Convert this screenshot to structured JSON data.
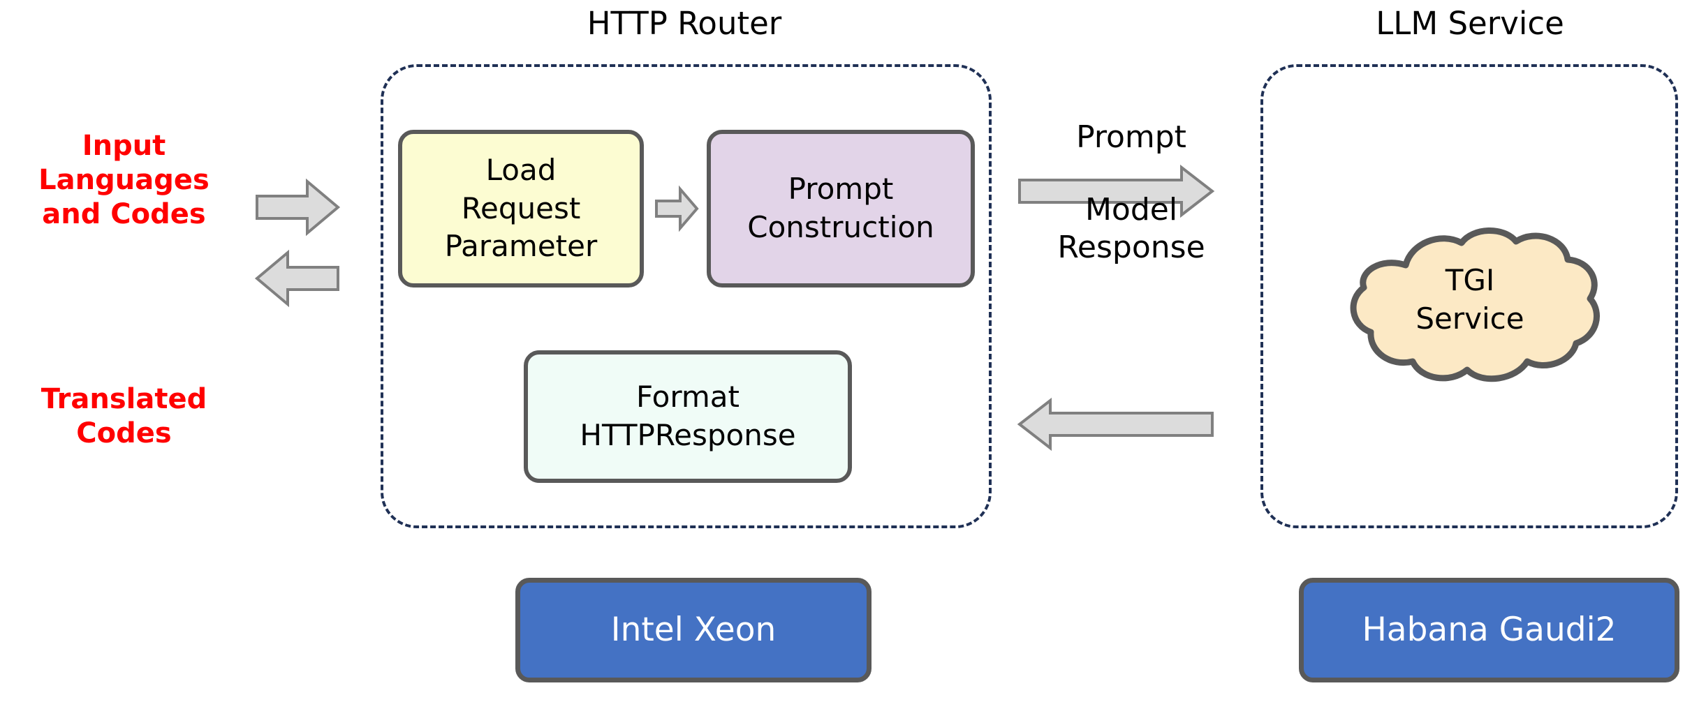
{
  "diagram": {
    "title_router": "HTTP Router",
    "title_llm": "LLM Service",
    "colors": {
      "endpoint_text": "#FF0000",
      "dashed_border": "#1F3055",
      "box_border": "#595959",
      "arrow_fill": "#DCDCDC",
      "arrow_stroke": "#808080",
      "yellow_fill": "#FCFCD2",
      "lavender_fill": "#E2D4E8",
      "mint_fill": "#F0FCF7",
      "cloud_fill": "#FCE9C5",
      "cloud_stroke": "#595959",
      "hardware_fill": "#4472C4",
      "hardware_text": "#FFFFFF"
    }
  },
  "endpoints": {
    "input": "Input\nLanguages\nand Codes",
    "output": "Translated\nCodes"
  },
  "router": {
    "boxes": [
      {
        "id": "load-request-parameter",
        "label": "Load\nRequest\nParameter"
      },
      {
        "id": "prompt-construction",
        "label": "Prompt\nConstruction"
      },
      {
        "id": "format-http-response",
        "label": "Format\nHTTPResponse"
      }
    ]
  },
  "llm": {
    "cloud_label": "TGI\nService"
  },
  "flows": {
    "prompt": "Prompt",
    "model_response": "Model\nResponse"
  },
  "hardware": [
    {
      "id": "intel-xeon",
      "label": "Intel Xeon"
    },
    {
      "id": "habana-gaudi2",
      "label": "Habana Gaudi2"
    }
  ],
  "icons": {
    "input_arrow": "arrow-right-icon",
    "output_arrow": "arrow-left-icon",
    "internal_arrow": "arrow-right-icon",
    "prompt_arrow": "arrow-right-icon",
    "response_arrow": "arrow-left-icon",
    "cloud": "cloud-icon"
  }
}
